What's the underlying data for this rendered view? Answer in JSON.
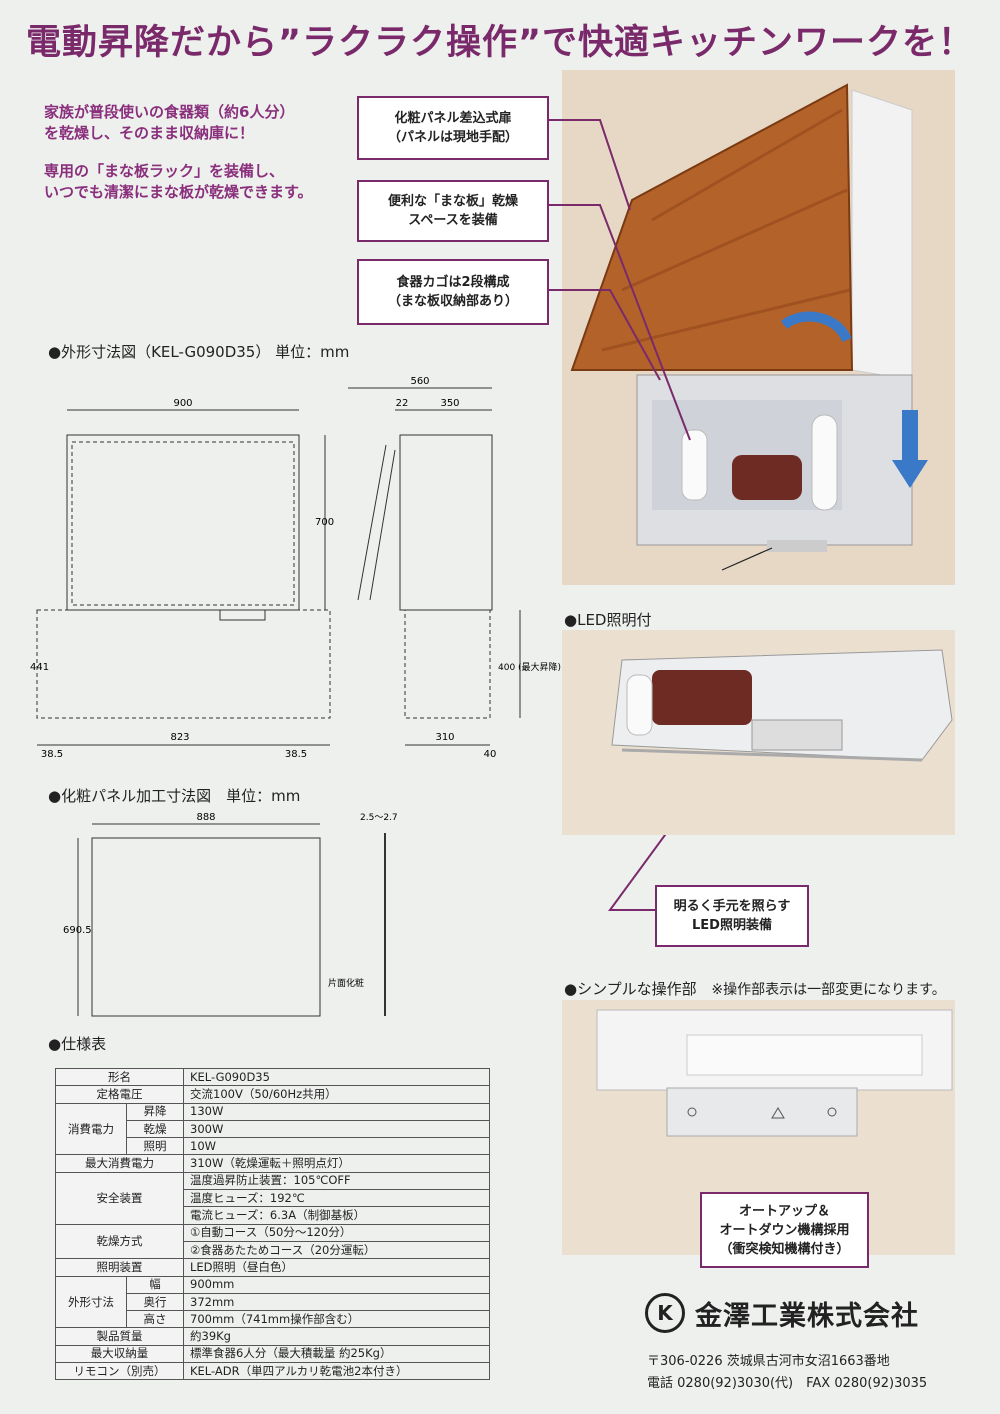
{
  "headline": "電動昇降だから”ラクラク操作”で快適キッチンワークを！",
  "intro": {
    "line1": "家族が普段使いの食器類（約6人分）",
    "line2": "を乾燥し、そのまま収納庫に！",
    "line3": "専用の「まな板ラック」を装備し、",
    "line4": "いつでも清潔にまな板が乾燥できます。"
  },
  "callouts": {
    "c1_l1": "化粧パネル差込式扉",
    "c1_l2": "（パネルは現地手配）",
    "c2_l1": "便利な「まな板」乾燥",
    "c2_l2": "スペースを装備",
    "c3_l1": "食器カゴは2段構成",
    "c3_l2": "（まな板収納部あり）",
    "c4_l1": "明るく手元を照らす",
    "c4_l2": "LED照明装備",
    "c5_l1": "オートアップ＆",
    "c5_l2": "オートダウン機構採用",
    "c5_l3": "（衝突検知機構付き）"
  },
  "sections": {
    "dims": "●外形寸法図（KEL-G090D35） 単位：mm",
    "panel": "●化粧パネル加工寸法図　単位：mm",
    "spec": "●仕様表",
    "led": "●LED照明付",
    "ops": "●シンプルな操作部",
    "ops_note": "※操作部表示は一部変更になります。"
  },
  "dims": {
    "w900": "900",
    "w560": "560",
    "w22": "22",
    "w350": "350",
    "h700": "700",
    "h441": "441",
    "h400": "400 (最大昇降)",
    "b38a": "38.5",
    "b823": "823",
    "b38b": "38.5",
    "b310": "310",
    "b40": "40"
  },
  "panel_dims": {
    "w888": "888",
    "h690": "690.5",
    "thick": "2.5～2.7",
    "note": "片面化粧"
  },
  "spec": {
    "rows": [
      {
        "k": "形名",
        "v": "KEL-G090D35"
      },
      {
        "k": "定格電圧",
        "v": "交流100V（50/60Hz共用）"
      },
      {
        "g": "消費電力",
        "k": "昇降",
        "v": "130W"
      },
      {
        "k": "乾燥",
        "v": "300W"
      },
      {
        "k": "照明",
        "v": "10W"
      },
      {
        "k": "最大消費電力",
        "v": "310W（乾燥運転＋照明点灯）"
      },
      {
        "g": "安全装置",
        "v": "温度過昇防止装置：105℃OFF"
      },
      {
        "v": "温度ヒューズ：192℃"
      },
      {
        "v": "電流ヒューズ：6.3A（制御基板）"
      },
      {
        "g": "乾燥方式",
        "v": "①自動コース（50分～120分）"
      },
      {
        "v": "②食器あたためコース（20分運転）"
      },
      {
        "k": "照明装置",
        "v": "LED照明（昼白色）"
      },
      {
        "g": "外形寸法",
        "k": "幅",
        "v": "900mm"
      },
      {
        "k": "奥行",
        "v": "372mm"
      },
      {
        "k": "高さ",
        "v": "700mm（741mm操作部含む）"
      },
      {
        "k": "製品質量",
        "v": "約39Kg"
      },
      {
        "k": "最大収納量",
        "v": "標準食器6人分（最大積載量 約25Kg）"
      },
      {
        "k": "リモコン（別売）",
        "v": "KEL-ADR（単四アルカリ乾電池2本付き）"
      }
    ]
  },
  "company": {
    "logo": "K",
    "name": "金澤工業株式会社",
    "postal": "〒306-0226 茨城県古河市女沼1663番地",
    "phone": "電話 0280(92)3030(代)　FAX 0280(92)3035"
  },
  "colors": {
    "accent": "#7a2a6a",
    "wood": "#b8652a",
    "arrow": "#3a78c8"
  }
}
